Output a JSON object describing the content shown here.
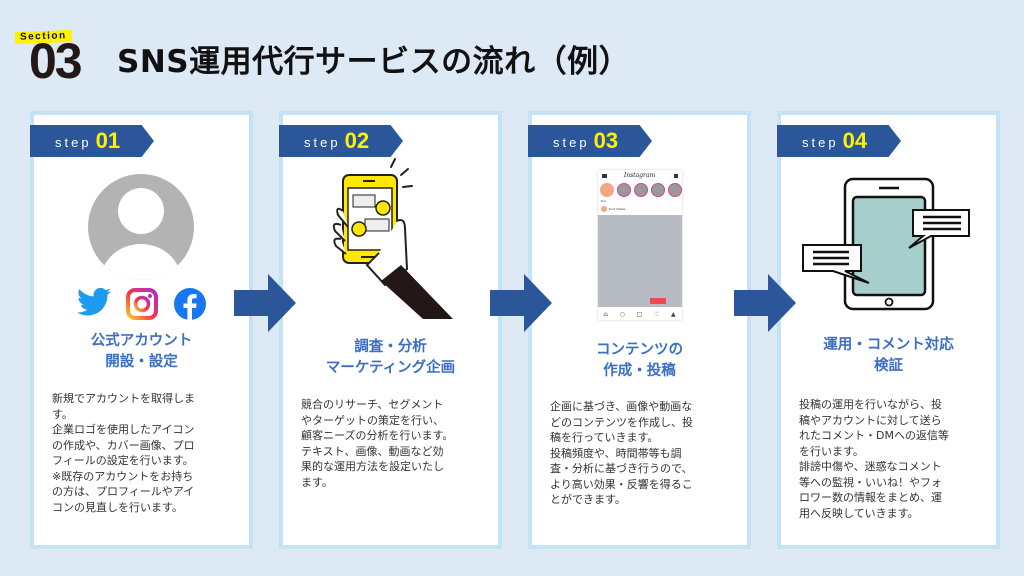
{
  "header": {
    "section_label": "Section",
    "section_number": "03",
    "title": "SNS運用代行サービスの流れ（例）"
  },
  "colors": {
    "background": "#dde9f5",
    "card_border": "#c5e3f6",
    "step_tab": "#2b579a",
    "step_number": "#fff200",
    "heading": "#3b6fc4",
    "arrow": "#2b579a"
  },
  "steps": [
    {
      "step_word": "step",
      "number": "01",
      "illustration": "avatar-with-sns-icons",
      "icons": [
        "twitter-icon",
        "instagram-icon",
        "facebook-icon"
      ],
      "heading": [
        "公式アカウント",
        "開設・設定"
      ],
      "body": [
        "新規でアカウントを取得しま",
        "す。",
        "企業ロゴを使用したアイコン",
        "の作成や、カバー画像、プロ",
        "フィールの設定を行います。",
        "※既存のアカウントをお持ち",
        "の方は、プロフィールやアイ",
        "コンの見直しを行います。"
      ]
    },
    {
      "step_word": "step",
      "number": "02",
      "illustration": "hand-holding-smartphone",
      "heading": [
        "調査・分析",
        "マーケティング企画"
      ],
      "body": [
        "競合のリサーチ、セグメント",
        "やターゲットの策定を行い、",
        "顧客ニーズの分析を行います。",
        "テキスト、画像、動画など効",
        "果的な運用方法を設定いたし",
        "ます。"
      ]
    },
    {
      "step_word": "step",
      "number": "03",
      "illustration": "instagram-feed-mockup",
      "mockup": {
        "app_name": "Instagram",
        "story_label": "You",
        "post_user": "Your Name"
      },
      "heading": [
        "コンテンツの",
        "作成・投稿"
      ],
      "body": [
        "企画に基づき、画像や動画な",
        "どのコンテンツを作成し、投",
        "稿を行っていきます。",
        "投稿頻度や、時間帯等も調",
        "査・分析に基づき行うので、",
        "より高い効果・反響を得るこ",
        "とができます。"
      ]
    },
    {
      "step_word": "step",
      "number": "04",
      "illustration": "tablet-with-chat-bubbles",
      "heading": [
        "運用・コメント対応",
        "検証"
      ],
      "body": [
        "投稿の運用を行いながら、投",
        "稿やアカウントに対して送ら",
        "れたコメント・DMへの返信等",
        "を行います。",
        "誹謗中傷や、迷惑なコメント",
        "等への監視・いいね！やフォ",
        "ロワー数の情報をまとめ、運",
        "用へ反映していきます。"
      ]
    }
  ]
}
